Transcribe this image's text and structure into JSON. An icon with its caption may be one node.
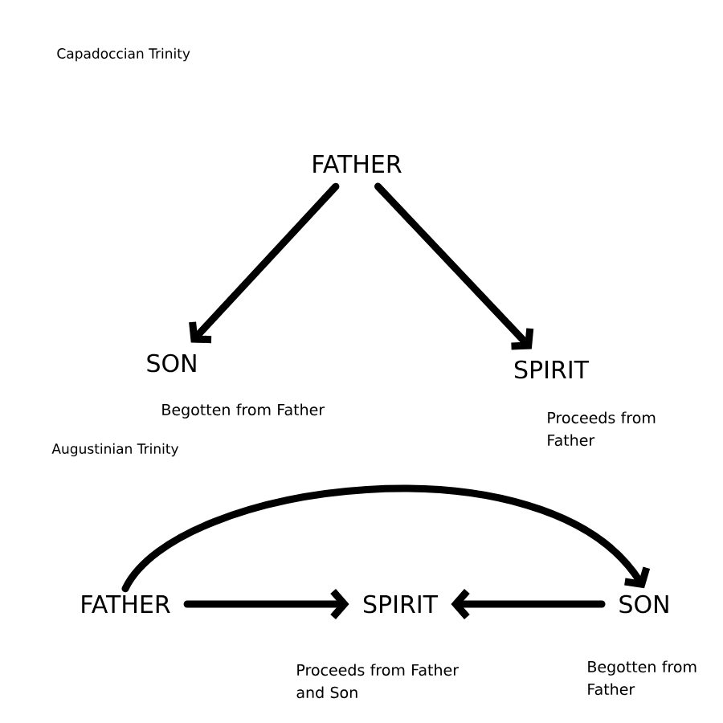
{
  "diagram": {
    "nodes": [
      {
        "text": [
          "FATHER"
        ]
      },
      {
        "text": [
          "SON"
        ],
        "beside": [
          "Begotten from Father"
        ]
      },
      {
        "text": [
          "SPIRIT"
        ],
        "beside": [
          "Proceeds from Father"
        ]
      },
      {
        "text": [
          "FATHER"
        ]
      },
      {
        "text": [
          "SPIRIT"
        ],
        "beside": [
          "Proceeds from Father and Son"
        ]
      },
      {
        "text": [
          "SON"
        ],
        "beside": [
          "Begotten from Father"
        ]
      }
    ],
    "edges": [
      {
        "from": 0,
        "to": 1,
        "arrow": "to"
      },
      {
        "from": 0,
        "to": 2,
        "arrow": "to"
      },
      {
        "from": 3,
        "to": 4,
        "arrow": "to"
      },
      {
        "from": 5,
        "to": 4,
        "arrow": "to"
      },
      {
        "from": 3,
        "to": 5,
        "arrow": "to"
      }
    ],
    "labels": [
      "Capadoccian Trinity",
      "Augustinian Trinity"
    ]
  }
}
